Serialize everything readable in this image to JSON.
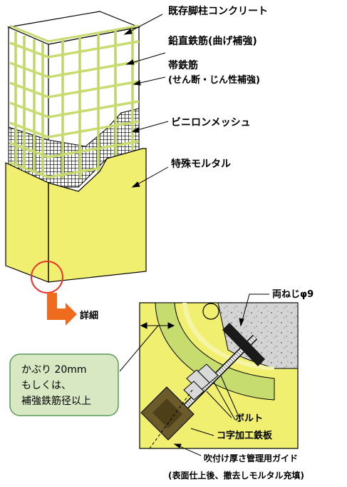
{
  "labels": {
    "existing_column": "既存脚柱コンクリート",
    "vertical_rebar": "鉛直鉄筋(曲げ補強)",
    "hoop_line1": "帯鉄筋",
    "hoop_line2": "(せん断・じん性補強)",
    "vinylon_mesh": "ビニロンメッシュ",
    "special_mortar": "特殊モルタル",
    "detail": "詳細",
    "double_screw": "両ねじφ9",
    "bolt": "ボルト",
    "channel_plate": "コ字加工鉄板",
    "guide_line1": "吹付け厚さ管理用ガイド",
    "guide_line2": "(表面仕上後、撤去しモルタル充填)"
  },
  "callout": {
    "line1": "かぶり 20mm",
    "line2": "もしくは、",
    "line3": "補強鉄筋径以上"
  },
  "colors": {
    "mortar": "#f0ef70",
    "mortar_light": "#f6f4a6",
    "rebar_green": "#c7dc6e",
    "callout_fill": "#d8e8c2",
    "callout_stroke": "#5a9a5a",
    "arrow_orange": "#ef6b1e",
    "highlight_circle": "#e8332c",
    "concrete_gray": "#d4d4d4",
    "steel_dark": "#6b5a2a"
  }
}
